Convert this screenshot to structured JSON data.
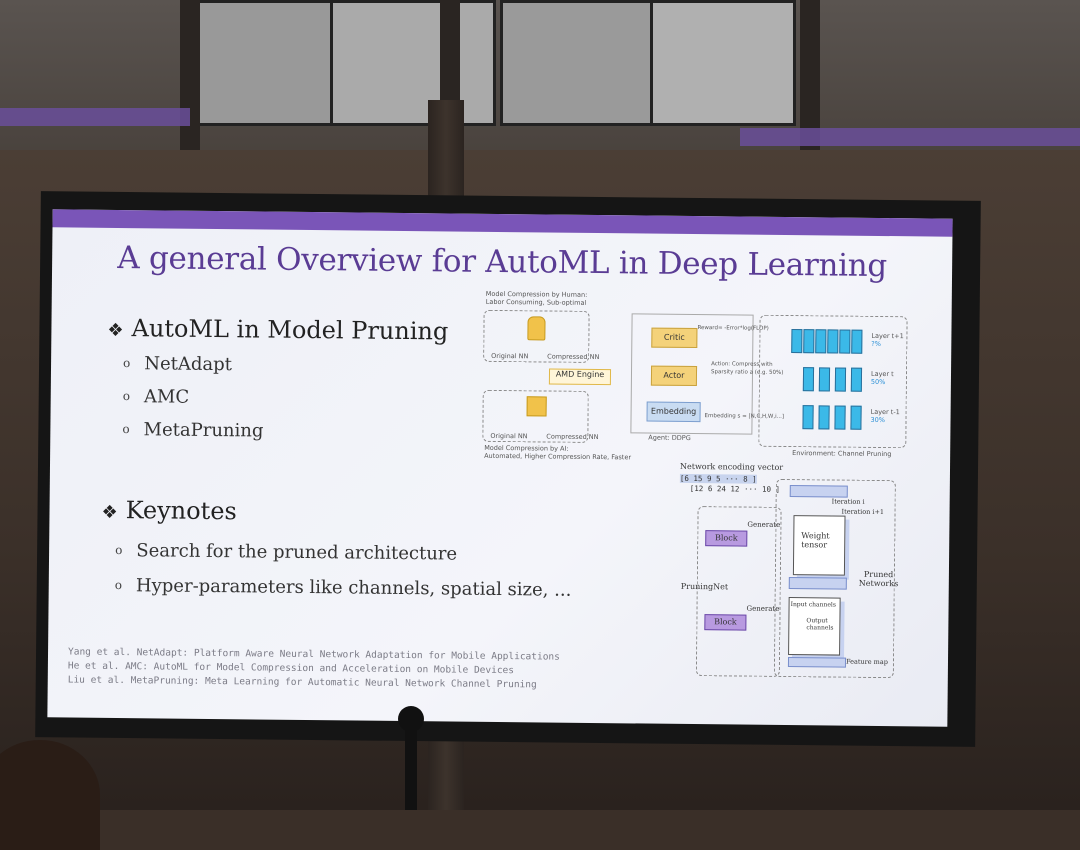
{
  "slide": {
    "title": "A general Overview for AutoML in Deep Learning",
    "section1": {
      "bullet": "❖",
      "heading": "AutoML in Model Pruning",
      "items": [
        "NetAdapt",
        "AMC",
        "MetaPruning"
      ]
    },
    "section2": {
      "bullet": "❖",
      "heading": "Keynotes",
      "items": [
        "Search for the pruned architecture",
        "Hyper-parameters like channels, spatial size, ..."
      ]
    },
    "sub_marker": "o",
    "references": [
      "Yang et al. NetAdapt: Platform Aware Neural Network Adaptation for Mobile Applications",
      "He et al. AMC: AutoML for Model Compression and Acceleration on Mobile Devices",
      "Liu et al. MetaPruning: Meta Learning for Automatic Neural Network Channel Pruning"
    ]
  },
  "amc_diagram": {
    "human_caption": "Model Compression by Human:\nLabor Consuming, Sub-optimal",
    "ai_caption": "Model Compression by AI:\nAutomated, Higher Compression Rate, Faster",
    "engine": "AMD Engine",
    "original_nn": "Original NN",
    "compressed_nn": "Compressed NN",
    "critic": "Critic",
    "actor": "Actor",
    "embedding": "Embedding",
    "agent": "Agent: DDPG",
    "reward": "Reward= -Error*log(FLOP)",
    "action": "Action: Compress with\nSparsity ratio a (e.g. 50%)",
    "embedding_arrow": "Embedding s = [N,C,H,W,i...]",
    "environment": "Environment: Channel Pruning",
    "layers": [
      {
        "name": "Layer t+1",
        "pct": "?%"
      },
      {
        "name": "Layer t",
        "pct": "50%"
      },
      {
        "name": "Layer t-1",
        "pct": "30%"
      }
    ]
  },
  "meta_diagram": {
    "encoding_label": "Network encoding vector",
    "vector_row1": "[6 15 9 5 ··· 8 ]",
    "vector_row2": "[12 6 24 12 ··· 10 ]",
    "iteration_i": "Iteration i",
    "iteration_i1": "Iteration i+1",
    "generate": "Generate",
    "block": "Block",
    "weight": "Weight",
    "tensor": "tensor",
    "pruning_net": "PruningNet",
    "pruned_networks": "Pruned\nNetworks",
    "input_channels": "Input channels",
    "output_channels": "Output\nchannels",
    "feature_map": "Feature map"
  },
  "colors": {
    "title": "#5a3c94",
    "accent_bar": "#7a55b8",
    "block": "#b89ae0",
    "layer_blue": "#3bb9e8"
  }
}
